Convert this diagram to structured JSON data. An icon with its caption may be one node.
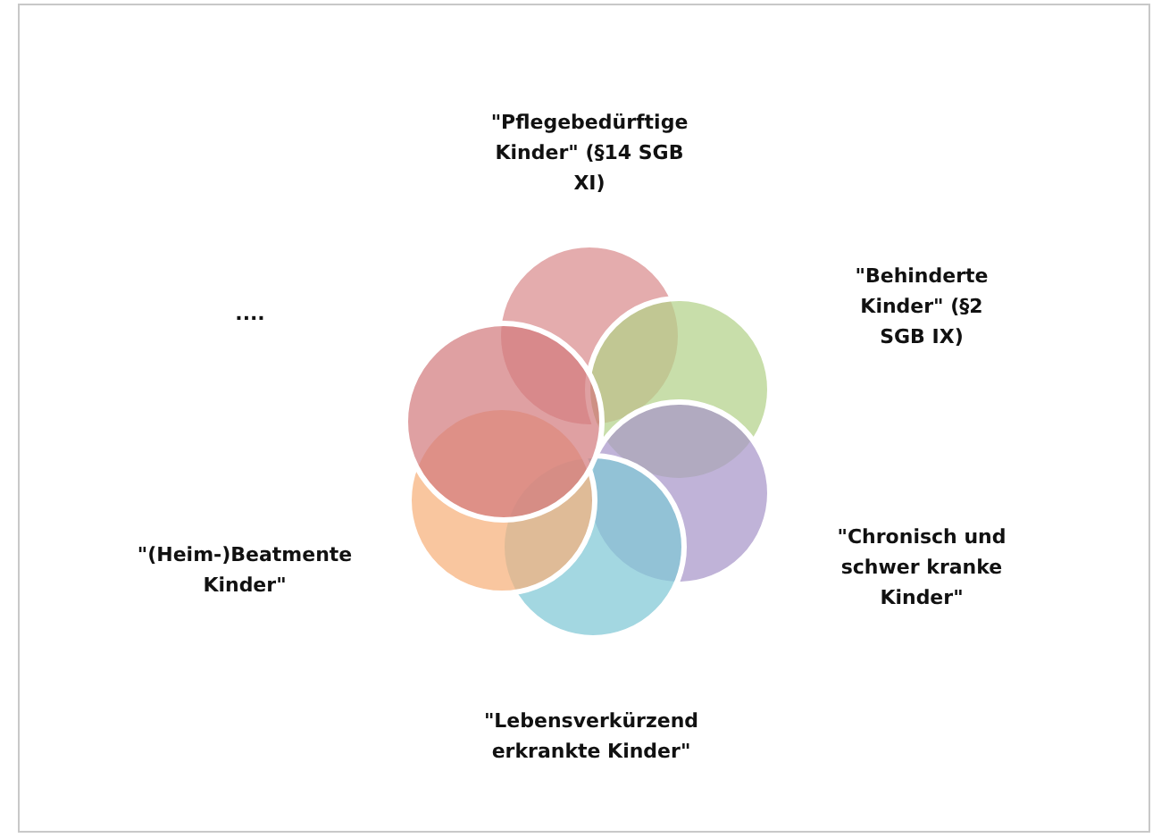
{
  "diagram": {
    "nodes": [
      {
        "text": [],
        "shape": "circle"
      },
      {
        "text": [],
        "shape": "circle"
      },
      {
        "text": [],
        "shape": "circle"
      },
      {
        "text": [],
        "shape": "circle"
      },
      {
        "text": [],
        "shape": "circle"
      },
      {
        "text": [],
        "shape": "circle"
      }
    ],
    "labels": [
      "\"Pflegebedürftige Kinder\" (§14 SGB XI)",
      "\"Behinderte Kinder\" (§2 SGB IX)",
      "....",
      "\"(Heim-)Beatmente Kinder\"",
      "\"Chronisch und schwer kranke Kinder\"",
      "\"Lebensverkürzend erkrankte Kinder\""
    ]
  }
}
